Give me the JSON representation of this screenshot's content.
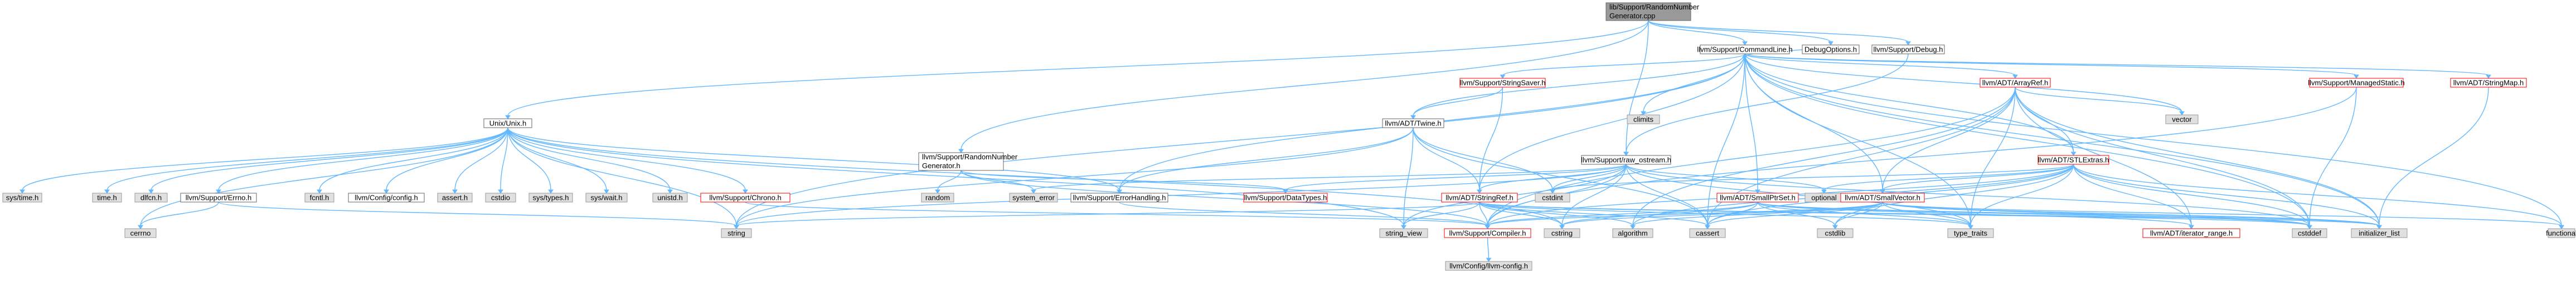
{
  "colors": {
    "edge": "#63b8ff",
    "arrowhead": "#63b8ff",
    "root_fill": "#999999",
    "root_stroke": "#666666",
    "node_fill": "#ffffff",
    "node_stroke": "#666666",
    "system_fill": "#e0e0e0",
    "system_stroke": "#999999",
    "truncated_stroke": "#ff0000",
    "text": "#000000"
  },
  "nodes": [
    {
      "id": "root",
      "lines": [
        "lib/Support/RandomNumber",
        "Generator.cpp"
      ],
      "kind": "root"
    },
    {
      "id": "cmdline",
      "lines": [
        "llvm/Support/CommandLine.h"
      ],
      "kind": "normal"
    },
    {
      "id": "debugoptions",
      "lines": [
        "DebugOptions.h"
      ],
      "kind": "normal"
    },
    {
      "id": "debug",
      "lines": [
        "llvm/Support/Debug.h"
      ],
      "kind": "normal"
    },
    {
      "id": "unixh",
      "lines": [
        "Unix/Unix.h"
      ],
      "kind": "normal"
    },
    {
      "id": "rng",
      "lines": [
        "llvm/Support/RandomNumber",
        "Generator.h"
      ],
      "kind": "normal"
    },
    {
      "id": "stringsaver",
      "lines": [
        "llvm/Support/StringSaver.h"
      ],
      "kind": "truncated"
    },
    {
      "id": "climits",
      "lines": [
        "climits"
      ],
      "kind": "system"
    },
    {
      "id": "arrayref",
      "lines": [
        "llvm/ADT/ArrayRef.h"
      ],
      "kind": "truncated"
    },
    {
      "id": "managedstatic",
      "lines": [
        "llvm/Support/ManagedStatic.h"
      ],
      "kind": "truncated"
    },
    {
      "id": "stringmap",
      "lines": [
        "llvm/ADT/StringMap.h"
      ],
      "kind": "truncated"
    },
    {
      "id": "twine",
      "lines": [
        "llvm/ADT/Twine.h"
      ],
      "kind": "normal"
    },
    {
      "id": "rawostream",
      "lines": [
        "llvm/Support/raw_ostream.h"
      ],
      "kind": "normal"
    },
    {
      "id": "vector",
      "lines": [
        "vector"
      ],
      "kind": "system"
    },
    {
      "id": "stlextras",
      "lines": [
        "llvm/ADT/STLExtras.h"
      ],
      "kind": "truncated"
    },
    {
      "id": "systime",
      "lines": [
        "sys/time.h"
      ],
      "kind": "system"
    },
    {
      "id": "timeh",
      "lines": [
        "time.h"
      ],
      "kind": "system"
    },
    {
      "id": "dlfcn",
      "lines": [
        "dlfcn.h"
      ],
      "kind": "system"
    },
    {
      "id": "errno",
      "lines": [
        "llvm/Support/Errno.h"
      ],
      "kind": "normal"
    },
    {
      "id": "fcntl",
      "lines": [
        "fcntl.h"
      ],
      "kind": "system"
    },
    {
      "id": "config",
      "lines": [
        "llvm/Config/config.h"
      ],
      "kind": "normal"
    },
    {
      "id": "assert",
      "lines": [
        "assert.h"
      ],
      "kind": "system"
    },
    {
      "id": "cstdio",
      "lines": [
        "cstdio"
      ],
      "kind": "system"
    },
    {
      "id": "systypes",
      "lines": [
        "sys/types.h"
      ],
      "kind": "system"
    },
    {
      "id": "syswait",
      "lines": [
        "sys/wait.h"
      ],
      "kind": "system"
    },
    {
      "id": "unistd",
      "lines": [
        "unistd.h"
      ],
      "kind": "system"
    },
    {
      "id": "chrono",
      "lines": [
        "llvm/Support/Chrono.h"
      ],
      "kind": "truncated"
    },
    {
      "id": "random",
      "lines": [
        "random"
      ],
      "kind": "system"
    },
    {
      "id": "systemerror",
      "lines": [
        "system_error"
      ],
      "kind": "system"
    },
    {
      "id": "errorhandling",
      "lines": [
        "llvm/Support/ErrorHandling.h"
      ],
      "kind": "normal"
    },
    {
      "id": "datatypes",
      "lines": [
        "llvm/Support/DataTypes.h"
      ],
      "kind": "truncated"
    },
    {
      "id": "stringref",
      "lines": [
        "llvm/ADT/StringRef.h"
      ],
      "kind": "truncated"
    },
    {
      "id": "cstdint",
      "lines": [
        "cstdint"
      ],
      "kind": "system"
    },
    {
      "id": "optional",
      "lines": [
        "optional"
      ],
      "kind": "system"
    },
    {
      "id": "smallptrset",
      "lines": [
        "llvm/ADT/SmallPtrSet.h"
      ],
      "kind": "truncated"
    },
    {
      "id": "smallvector",
      "lines": [
        "llvm/ADT/SmallVector.h"
      ],
      "kind": "truncated"
    },
    {
      "id": "cerrno",
      "lines": [
        "cerrno"
      ],
      "kind": "system"
    },
    {
      "id": "string",
      "lines": [
        "string"
      ],
      "kind": "system"
    },
    {
      "id": "stringview",
      "lines": [
        "string_view"
      ],
      "kind": "system"
    },
    {
      "id": "compiler",
      "lines": [
        "llvm/Support/Compiler.h"
      ],
      "kind": "truncated"
    },
    {
      "id": "cstring",
      "lines": [
        "cstring"
      ],
      "kind": "system"
    },
    {
      "id": "algorithm",
      "lines": [
        "algorithm"
      ],
      "kind": "system"
    },
    {
      "id": "cassert",
      "lines": [
        "cassert"
      ],
      "kind": "system"
    },
    {
      "id": "cstdlib",
      "lines": [
        "cstdlib"
      ],
      "kind": "system"
    },
    {
      "id": "typetraits",
      "lines": [
        "type_traits"
      ],
      "kind": "system"
    },
    {
      "id": "iteratorrange",
      "lines": [
        "llvm/ADT/iterator_range.h"
      ],
      "kind": "truncated"
    },
    {
      "id": "cstddef",
      "lines": [
        "cstddef"
      ],
      "kind": "system"
    },
    {
      "id": "initlist",
      "lines": [
        "initializer_list"
      ],
      "kind": "system"
    },
    {
      "id": "functional",
      "lines": [
        "functional"
      ],
      "kind": "system"
    },
    {
      "id": "llvmconfig",
      "lines": [
        "llvm/Config/llvm-config.h"
      ],
      "kind": "system"
    }
  ]
}
